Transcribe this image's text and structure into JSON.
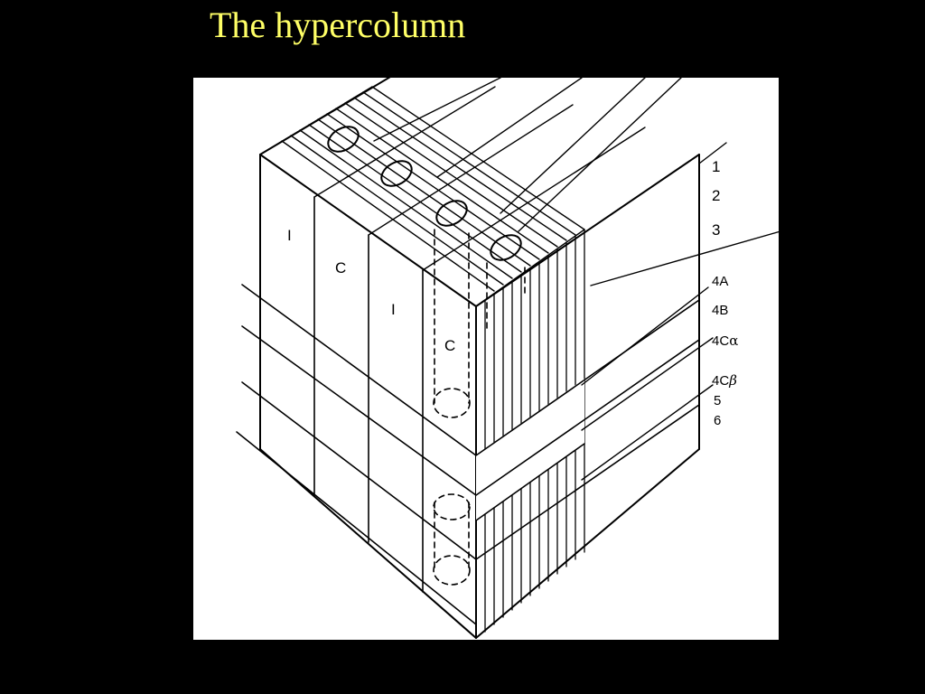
{
  "slide": {
    "title": "The hypercolumn",
    "background_color": "#000000",
    "title_color": "#ffff66"
  },
  "figure": {
    "description_role": "hypercolumn-diagram",
    "column_labels": [
      "I",
      "C",
      "I",
      "C"
    ],
    "layer_labels": {
      "l1": "1",
      "l2": "2",
      "l3": "3",
      "l4a": "4A",
      "l4b": "4B",
      "l4ca_prefix": "4C",
      "l4ca_greek": "α",
      "l4cb_prefix": "4C",
      "l4cb_greek": "β",
      "l5": "5",
      "l6": "6"
    }
  }
}
